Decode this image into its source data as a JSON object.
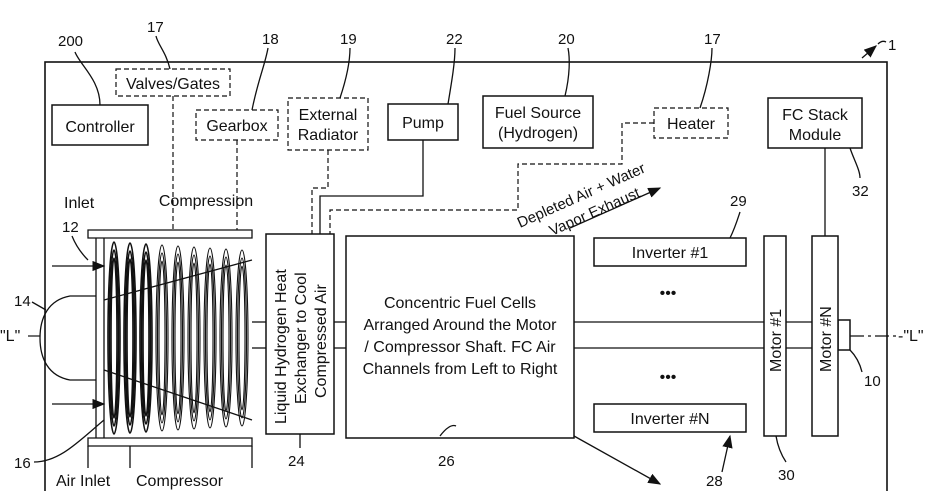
{
  "figure_ref": "1",
  "components": {
    "controller": {
      "label": "Controller",
      "ref": "200"
    },
    "valves_gates": {
      "label": "Valves/Gates",
      "ref": "17"
    },
    "gearbox": {
      "label": "Gearbox",
      "ref": "18"
    },
    "external_radiator": {
      "line1": "External",
      "line2": "Radiator",
      "ref": "19"
    },
    "pump": {
      "label": "Pump",
      "ref": "22"
    },
    "fuel_source": {
      "line1": "Fuel Source",
      "line2": "(Hydrogen)",
      "ref": "20"
    },
    "heater": {
      "label": "Heater",
      "ref": "17"
    },
    "fc_stack_module": {
      "line1": "FC Stack",
      "line2": "Module",
      "ref": "32"
    },
    "heat_exchanger": {
      "line1": "Liquid Hydrogen Heat",
      "line2": "Exchanger to Cool",
      "line3": "Compressed Air",
      "ref": "24"
    },
    "fuel_cells": {
      "line1": "Concentric Fuel Cells",
      "line2": "Arranged Around the Motor",
      "line3": "/ Compressor Shaft. FC Air",
      "line4": "Channels from Left to Right",
      "ref": "26"
    },
    "inverter_1": {
      "label": "Inverter #1",
      "ref": "29"
    },
    "inverter_n": {
      "label": "Inverter #N",
      "ref": "28"
    },
    "motor_1": {
      "label": "Motor #1",
      "ref": "30"
    },
    "motor_n": {
      "label": "Motor #N",
      "ref": "10"
    }
  },
  "annotations": {
    "exhaust_line1": "Depleted Air + Water",
    "exhaust_line2": "Vapor Exhaust",
    "compression": "Compression",
    "inlet": "Inlet",
    "inlet_ref": "12",
    "nose_ref": "14",
    "inlet_bottom_ref": "16",
    "air_inlet": "Air Inlet",
    "compressor": "Compressor",
    "ellipsis_top": "•••",
    "ellipsis_bottom": "•••",
    "axis_left": "\"L\"",
    "axis_right": "-\"L\""
  }
}
